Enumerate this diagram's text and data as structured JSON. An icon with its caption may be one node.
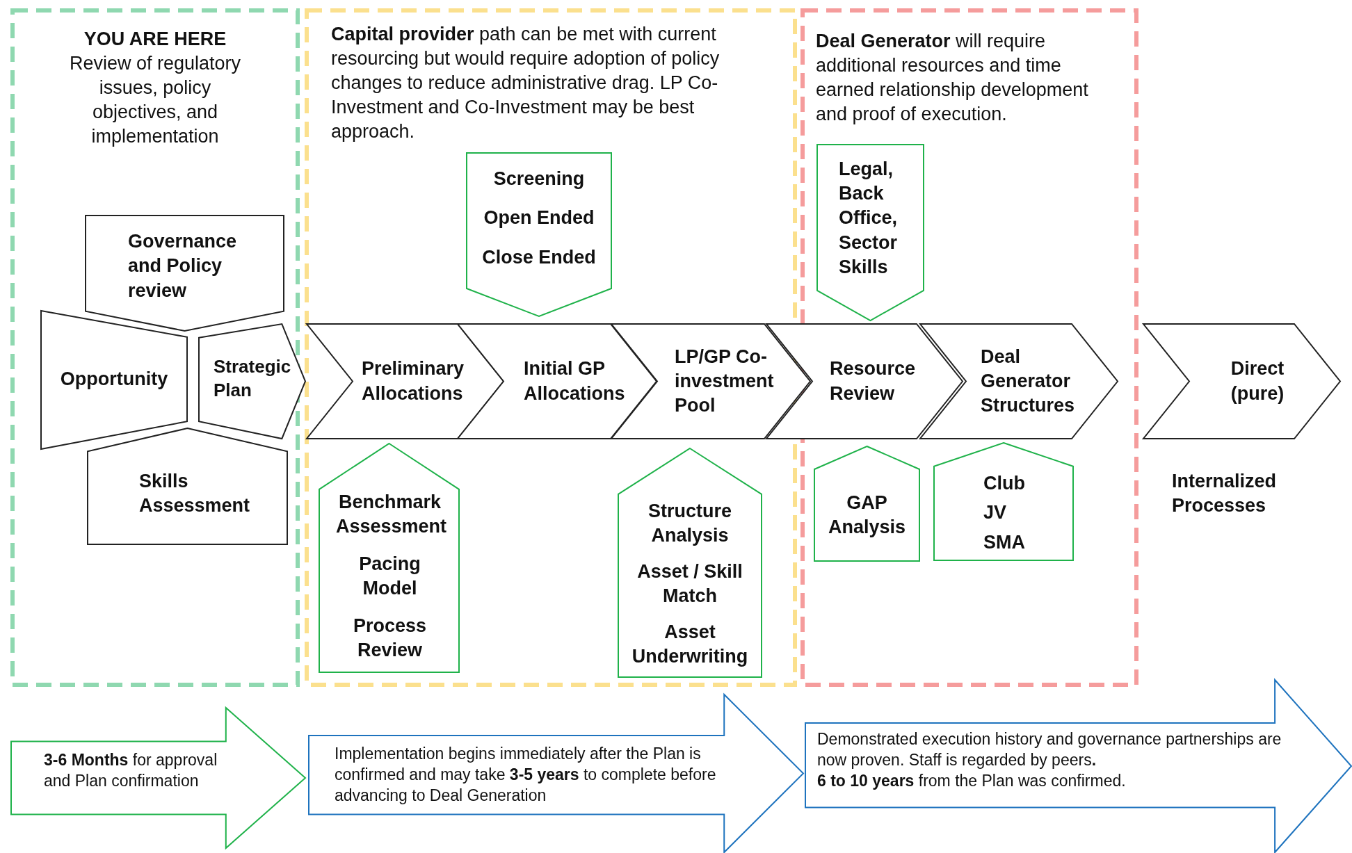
{
  "diagram": {
    "nodes": [
      {
        "text": [
          "YOU ARE HERE",
          "Review of regulatory issues, policy objectives, and implementation"
        ]
      },
      {
        "text": [
          "**Capital provider** path can be met with current resourcing but would require adoption of policy changes to reduce administrative drag. LP Co-Investment and Co-Investment may be best approach."
        ]
      },
      {
        "text": [
          "**Deal Generator** will require additional resources and time earned relationship development and proof of execution."
        ]
      },
      {
        "text": [
          "Governance and Policy review"
        ],
        "in": 0
      },
      {
        "text": [
          "Opportunity"
        ],
        "in": 0
      },
      {
        "text": [
          "Strategic Plan"
        ]
      },
      {
        "text": [
          "Skills Assessment"
        ],
        "in": 0
      },
      {
        "text": [
          "Preliminary Allocations"
        ],
        "in": 1
      },
      {
        "text": [
          "Initial GP Allocations"
        ],
        "in": 1
      },
      {
        "text": [
          "LP/GP Co-investment Pool"
        ]
      },
      {
        "text": [
          "Resource Review"
        ]
      },
      {
        "text": [
          "Deal Generator Structures"
        ],
        "in": 2
      },
      {
        "text": [
          "Direct (pure)"
        ],
        "beside": [
          "Internalized Processes"
        ]
      },
      {
        "text": [
          "Screening",
          "Open Ended",
          "Close Ended"
        ],
        "in": 1
      },
      {
        "text": [
          "Benchmark Assessment",
          "Pacing Model",
          "Process Review"
        ],
        "in": 1
      },
      {
        "text": [
          "Structure Analysis",
          "Asset / Skill Match",
          "Asset Underwriting"
        ],
        "in": 1
      },
      {
        "text": [
          "Legal, Back Office, Sector Skills"
        ],
        "in": 2
      },
      {
        "text": [
          "GAP Analysis"
        ],
        "in": 2
      },
      {
        "text": [
          "Club",
          "JV",
          "SMA"
        ],
        "in": 2
      },
      {
        "text": [
          "**3-6 Months** for approval and Plan confirmation"
        ]
      },
      {
        "text": [
          "Implementation begins immediately after the Plan is confirmed and may take **3-5 years** to complete before advancing to Deal Generation"
        ]
      },
      {
        "text": [
          "Demonstrated execution history and governance partnerships are now proven. Staff is regarded by peers**.**",
          "**6 to 10 years** from the Plan was confirmed."
        ]
      }
    ]
  }
}
